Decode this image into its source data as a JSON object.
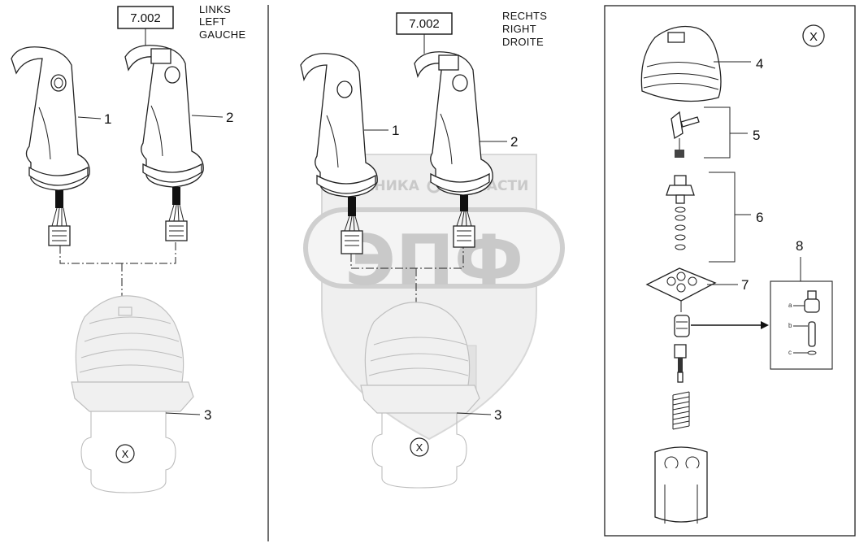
{
  "diagram": {
    "left_panel": {
      "side_labels": [
        "LINKS",
        "LEFT",
        "GAUCHE"
      ],
      "reference": "7.002",
      "callouts": [
        "1",
        "2",
        "3"
      ],
      "base_mark": "X"
    },
    "middle_panel": {
      "side_labels": [
        "RECHTS",
        "RIGHT",
        "DROITE"
      ],
      "reference": "7.002",
      "callouts": [
        "1",
        "2",
        "3"
      ],
      "base_mark": "X"
    },
    "right_panel": {
      "panel_mark": "X",
      "callouts": [
        "4",
        "5",
        "6",
        "7",
        "8"
      ],
      "detail_sub_labels": [
        "a",
        "b",
        "c"
      ]
    },
    "watermark": {
      "top_text_left": "ТЕХНИКА",
      "top_text_right": "ЗАПЧАСТИ",
      "main_text": "ЭПФ"
    }
  }
}
